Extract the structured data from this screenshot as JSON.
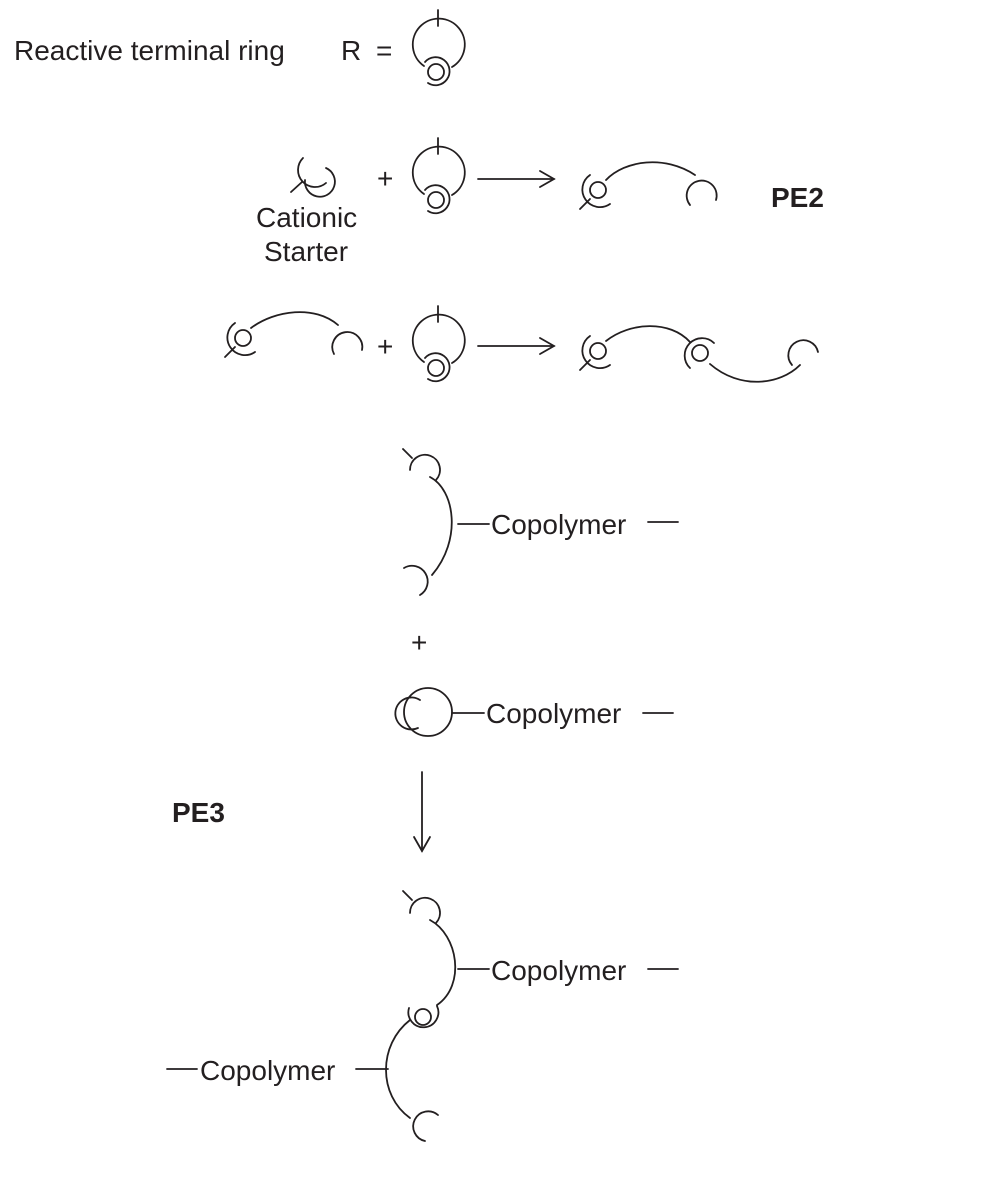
{
  "legend": {
    "label": "Reactive terminal ring",
    "symbol": "R",
    "equals": "="
  },
  "reaction1": {
    "reactant_label_line1": "Cationic",
    "reactant_label_line2": "Starter",
    "plus": "+",
    "product_label": "PE2"
  },
  "reaction2": {
    "plus": "+"
  },
  "reaction3": {
    "copolymer_a": "Copolymer",
    "plus": "+",
    "copolymer_b": "Copolymer",
    "product_label": "PE3",
    "product_copolymer_right": "Copolymer",
    "product_copolymer_left": "Copolymer"
  }
}
